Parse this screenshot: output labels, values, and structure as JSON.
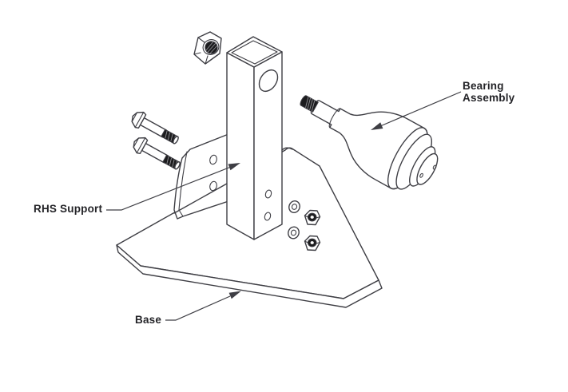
{
  "figure": {
    "type": "exploded-assembly-diagram",
    "colors": {
      "background": "#ffffff",
      "line": "#3e3e44",
      "text": "#242428",
      "dark": "#1c1c1e",
      "hatch": "#909095"
    },
    "labels": {
      "bearing": {
        "line1": "Bearing",
        "line2": "Assembly"
      },
      "rhs_support": "RHS Support",
      "base": "Base"
    }
  }
}
